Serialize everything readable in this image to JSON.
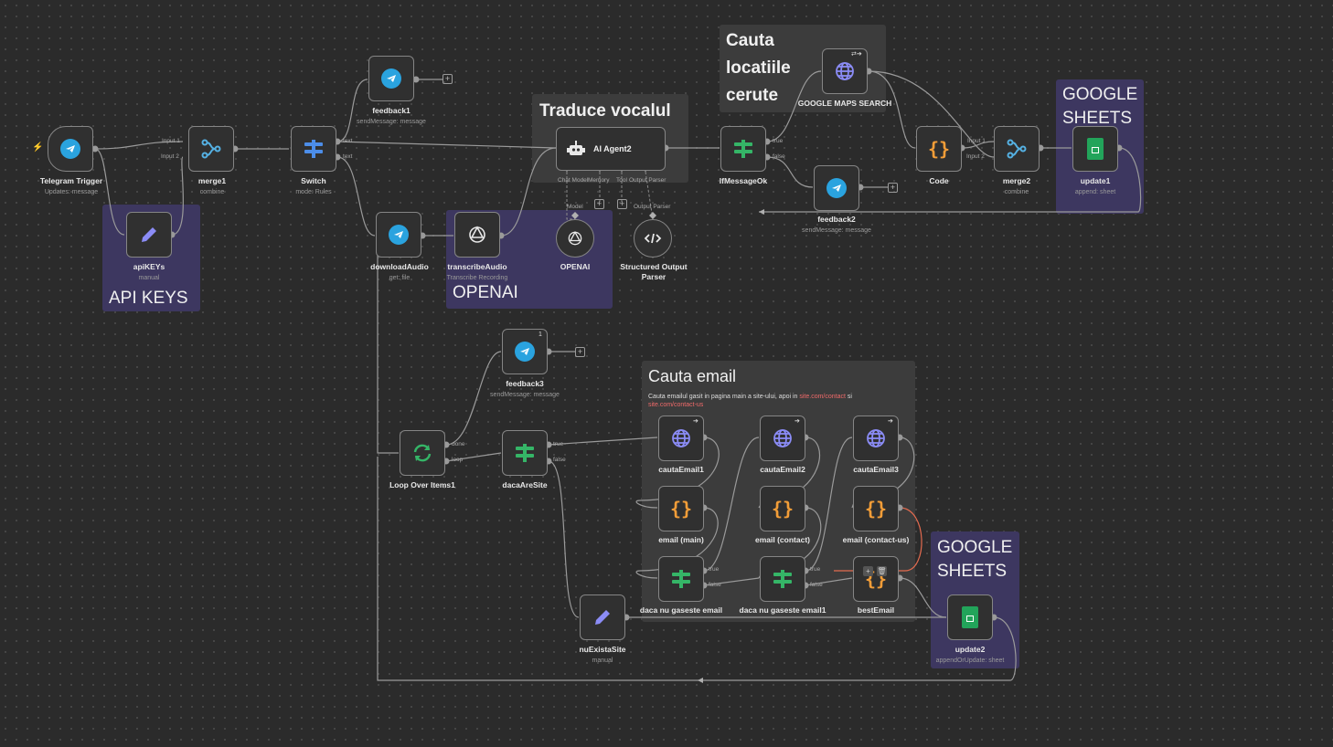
{
  "stickies": {
    "traduce": "Traduce vocalul",
    "cauta_locatiile": [
      "Cauta",
      "locatiile",
      "cerute"
    ],
    "google_sheets_top": [
      "GOOGLE",
      "SHEETS"
    ],
    "api_keys": "API KEYS",
    "openai": "OPENAI",
    "cauta_email": "Cauta email",
    "cauta_email_desc_1": "Cauta emailul gasit in pagina main a site-ului, apoi in ",
    "cauta_email_desc_link1": "site.com/contact",
    "cauta_email_desc_2": " si",
    "cauta_email_desc_link2": "site.com/contact-us",
    "google_sheets_bottom": [
      "GOOGLE",
      "SHEETS"
    ]
  },
  "nodes": {
    "telegram_trigger": {
      "label": "Telegram Trigger",
      "sub": "Updates: message"
    },
    "merge1": {
      "label": "merge1",
      "sub": "combine"
    },
    "switch": {
      "label": "Switch",
      "sub": "mode: Rules"
    },
    "feedback1": {
      "label": "feedback1",
      "sub": "sendMessage: message"
    },
    "ai_agent2": {
      "label": "AI Agent2"
    },
    "apikeys": {
      "label": "apiKEYs",
      "sub": "manual"
    },
    "downloadaudio": {
      "label": "downloadAudio",
      "sub": "get: file"
    },
    "transcribeaudio": {
      "label": "transcribeAudio",
      "sub": "Transcribe Recording"
    },
    "openai": {
      "label": "OPENAI"
    },
    "structured_parser": {
      "label": "Structured Output Parser"
    },
    "ifmessageok": {
      "label": "IfMessageOk"
    },
    "google_maps": {
      "label": "GOOGLE MAPS SEARCH"
    },
    "feedback2": {
      "label": "feedback2",
      "sub": "sendMessage: message"
    },
    "code": {
      "label": "Code"
    },
    "merge2": {
      "label": "merge2",
      "sub": "combine"
    },
    "update1": {
      "label": "update1",
      "sub": "append: sheet"
    },
    "feedback3": {
      "label": "feedback3",
      "sub": "sendMessage: message",
      "badge": "1"
    },
    "loop": {
      "label": "Loop Over Items1"
    },
    "dacaaresite": {
      "label": "dacaAreSite"
    },
    "cautaemail1": {
      "label": "cautaEmail1"
    },
    "cautaemail2": {
      "label": "cautaEmail2"
    },
    "cautaemail3": {
      "label": "cautaEmail3"
    },
    "email_main": {
      "label": "email (main)"
    },
    "email_contact": {
      "label": "email (contact)"
    },
    "email_contactus": {
      "label": "email (contact-us)"
    },
    "daca_nu_1": {
      "label": "daca nu gaseste email"
    },
    "daca_nu_2": {
      "label": "daca nu gaseste email1"
    },
    "bestemail": {
      "label": "bestEmail"
    },
    "nuexistasite": {
      "label": "nuExistaSite",
      "sub": "manual"
    },
    "update2": {
      "label": "update2",
      "sub": "appendOrUpdate: sheet"
    }
  },
  "ports": {
    "input1": "Input 1",
    "input2": "Input 2",
    "text": "text",
    "true": "true",
    "false": "false",
    "done": "done",
    "loop": "loop",
    "chat_model": "Chat Model",
    "memory": "Memory",
    "tool": "Tool",
    "output_parser": "Output Parser",
    "model": "Model"
  },
  "icons": {
    "telegram": "telegram-icon",
    "merge": "merge-icon",
    "switch": "switch-icon",
    "robot": "robot-icon",
    "pencil": "pencil-icon",
    "openai": "openai-icon",
    "code_brackets": "code-brackets-icon",
    "globe": "globe-icon",
    "if": "if-icon",
    "sheets": "google-sheets-icon",
    "loop": "loop-icon"
  },
  "colors": {
    "canvas": "#2b2b2b",
    "sticky_grey": "#3c3c3c",
    "sticky_purple": "#3d3760",
    "telegram": "#2aa3df",
    "if_green": "#35b567",
    "code_orange": "#f29d38",
    "globe_purple": "#8b8cf6",
    "sheets_green": "#22a45a",
    "merge_blue": "#55b1e3",
    "switch_blue": "#4c8de8"
  }
}
